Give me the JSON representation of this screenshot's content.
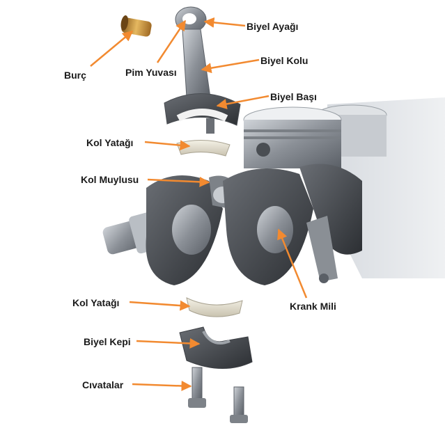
{
  "diagram": {
    "arrow_color": "#f28a30",
    "labels": {
      "burc": "Burç",
      "pim_yuvasi": "Pim Yuvası",
      "biyel_ayagi": "Biyel Ayağı",
      "biyel_kolu": "Biyel Kolu",
      "biyel_basi": "Biyel Başı",
      "kol_yatagi_top": "Kol Yatağı",
      "kol_muylusu": "Kol Muylusu",
      "kol_yatagi_bottom": "Kol Yatağı",
      "krank_mili": "Krank Mili",
      "biyel_kepi": "Biyel Kepi",
      "civatalar": "Cıvatalar"
    }
  }
}
